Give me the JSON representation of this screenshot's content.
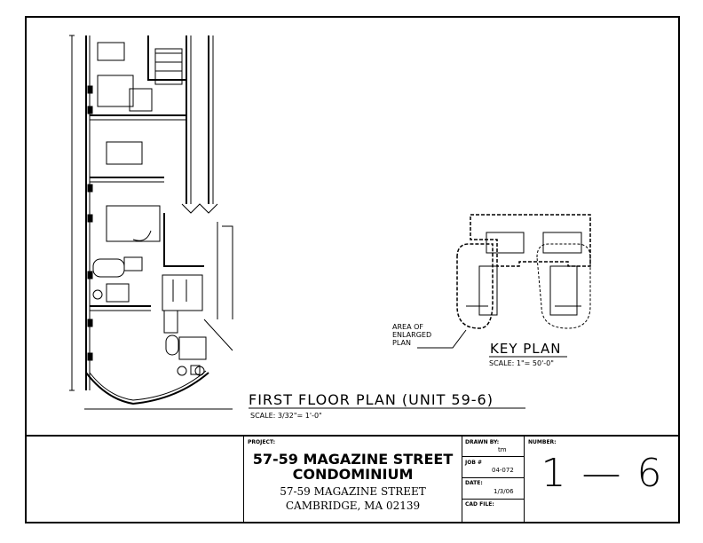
{
  "drawing": {
    "plan_title": "FIRST FLOOR PLAN (UNIT 59-6)",
    "plan_scale": "SCALE: 3/32\"= 1'-0\"",
    "key_plan_title": "KEY PLAN",
    "key_plan_scale": "SCALE: 1\"= 50'-0\"",
    "area_note": "AREA OF\nENLARGED\nPLAN"
  },
  "title_block": {
    "project_label": "PROJECT:",
    "project_name_line1": "57-59 MAGAZINE STREET",
    "project_name_line2": "CONDOMINIUM",
    "address_line1": "57-59 MAGAZINE STREET",
    "address_line2": "CAMBRIDGE, MA 02139",
    "drawn_by_label": "DRAWN BY:",
    "drawn_by_value": "tm",
    "job_label": "JOB #",
    "job_value": "04-072",
    "date_label": "DATE:",
    "date_value": "1/3/06",
    "cad_file_label": "CAD FILE:",
    "number_label": "NUMBER:",
    "sheet_number": "1 — 6"
  }
}
